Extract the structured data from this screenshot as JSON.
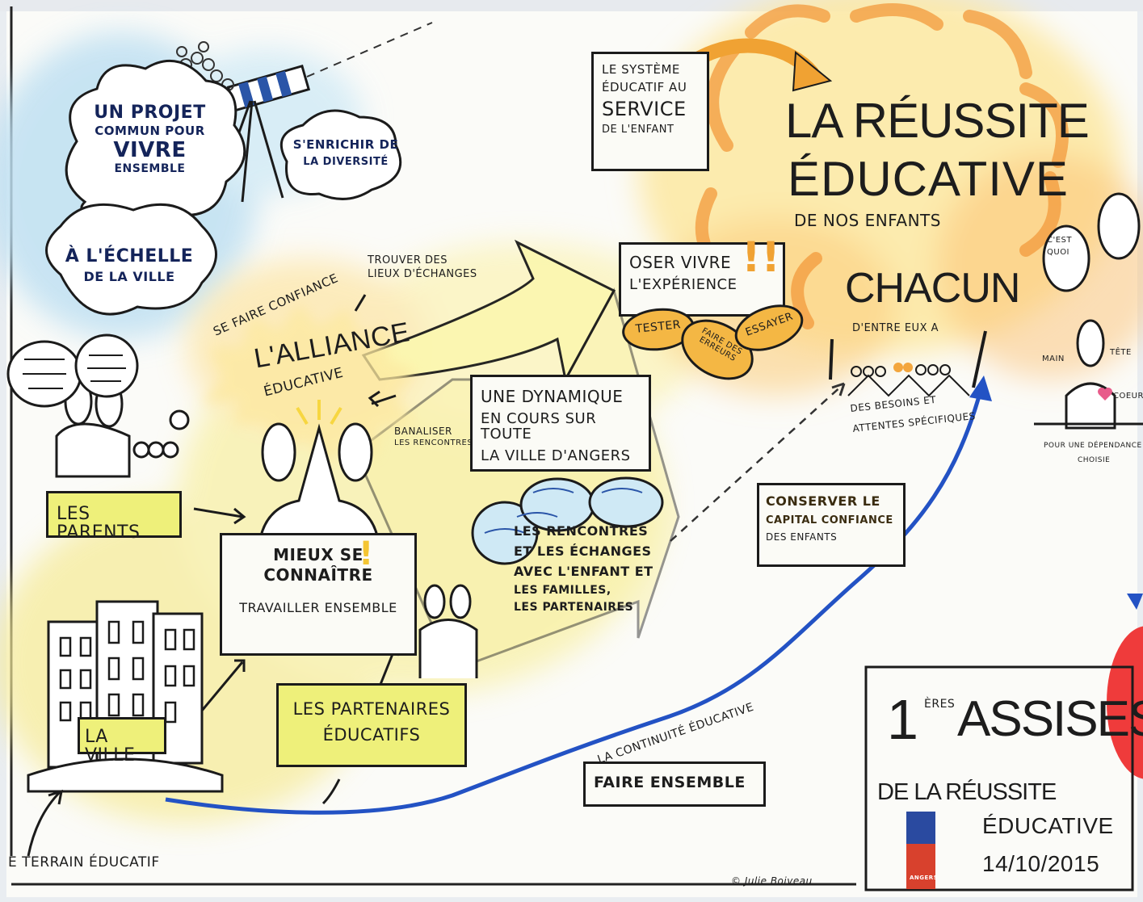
{
  "title": {
    "line1": "La réussite",
    "line2": "éducative",
    "line3": "de nos enfants"
  },
  "alliance": {
    "line1": "L'alliance",
    "line2": "éducative"
  },
  "telescope_bubble": {
    "line1": "Un projet",
    "line2": "commun pour",
    "line3": "vivre",
    "line4": "ensemble"
  },
  "scale_bubble": {
    "line1": "À l'échelle",
    "line2": "de la ville"
  },
  "diversity_bubble": {
    "line1": "S'enrichir de",
    "line2": "la diversité"
  },
  "trust_label": "Se faire confiance",
  "exchange_places": {
    "line1": "Trouver des",
    "line2": "lieux d'échanges"
  },
  "banalise": {
    "line1": "Banaliser",
    "line2": "les rencontres"
  },
  "dynamic_box": {
    "line1": "Une dynamique",
    "line2": "en cours sur toute",
    "line3": "la ville d'Angers"
  },
  "parents_label": "Les parents",
  "city_label": "La ville",
  "partners_label": {
    "line1": "Les partenaires",
    "line2": "éducatifs"
  },
  "know_box": {
    "line1": "Mieux se",
    "line2": "connaître",
    "line3": "Travailler ensemble"
  },
  "meetings_bubble": {
    "line1": "Les rencontres",
    "line2": "et les échanges",
    "line3": "avec l'enfant et",
    "line4": "les familles,",
    "line5": "les partenaires"
  },
  "system_box": {
    "line1": "Le système",
    "line2": "éducatif au",
    "line3": "service",
    "line4": "de l'enfant"
  },
  "dare_box": {
    "line1": "Oser vivre",
    "line2": "l'expérience"
  },
  "dare_pills": [
    "Tester",
    "Faire des erreurs",
    "Essayer"
  ],
  "chacun": {
    "word": "Chacun",
    "line1": "d'entre eux a",
    "line2": "des besoins et",
    "line3": "attentes spécifiques"
  },
  "figure": {
    "question1": "C'est",
    "question2": "quoi",
    "hand": "Main",
    "head": "Tête",
    "heart": "Coeur",
    "bottom1": "Pour une dépendance",
    "bottom2": "choisie"
  },
  "capital_box": {
    "line1": "Conserver le",
    "line2": "capital confiance",
    "line3": "des enfants"
  },
  "continuity_label": "La continuité éducative",
  "together_box": "Faire ensemble",
  "ground_label": "e terrain éducatif",
  "assises": {
    "ordinal": "1",
    "suffix": "ères",
    "word": "Assises",
    "line2": "de la réussite",
    "line3": "éducative",
    "date": "14/10/2015",
    "badge": "Angers"
  },
  "signature": "© Julie Boiveau",
  "colors": {
    "navy": "#14245a",
    "yellow": "#eef07a",
    "orange": "#f2a247",
    "blue": "#2352c4",
    "red": "#ef3b3b"
  }
}
